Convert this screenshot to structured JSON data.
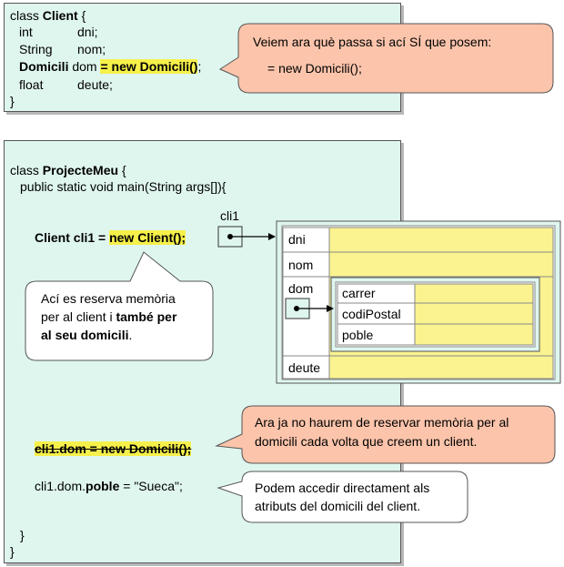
{
  "client_class": {
    "l1_kw": "class",
    "l1_name": "Client",
    "l1_brace": "{",
    "l2_type": "int",
    "l2_var": "dni;",
    "l3_type": "String",
    "l3_var": "nom;",
    "l4_type": "Domicili",
    "l4_var": "dom",
    "l4_init": "= new Domicili()",
    "l4_semi": ";",
    "l5_type": "float",
    "l5_var": "deute;",
    "close": "}"
  },
  "callout_top": {
    "line1": "Veiem ara què passa si ací SÍ que posem:",
    "line2": "= new Domicili();"
  },
  "main_class": {
    "l1_kw": "class",
    "l1_name": "ProjecteMeu",
    "l1_brace": "{",
    "l2": "public static void main(String args[]){",
    "stmt1_prefix": "Client cli1 = ",
    "stmt1_hl": "new Client();",
    "stmt2": "cli1.dom = new Domicili();",
    "stmt3_a": "cli1.dom.",
    "stmt3_b": "poble",
    "stmt3_c": " = \"Sueca\";",
    "close_inner": "}",
    "close_outer": "}"
  },
  "callout_memory": {
    "line1": "Ací es reserva memòria",
    "line2_a": "per al client i ",
    "line2_b": "també per",
    "line3_b": "al seu domicili",
    "line3_c": "."
  },
  "callout_no_reserve": {
    "line1": "Ara ja no haurem de reservar memòria per al",
    "line2": "domicili cada volta que creem un client."
  },
  "callout_access": {
    "line1": "Podem accedir directament als",
    "line2": "atributs del domicili del client."
  },
  "memory": {
    "ref_label": "cli1",
    "fields": [
      "dni",
      "nom",
      "dom",
      "deute"
    ],
    "dom_fields": [
      "carrer",
      "codiPostal",
      "poble"
    ]
  },
  "colors": {
    "box_fill": "#dff6ef",
    "callout_pink": "#fbc4ab",
    "field_yellow": "#faf38f",
    "highlight": "#f6f04a"
  }
}
